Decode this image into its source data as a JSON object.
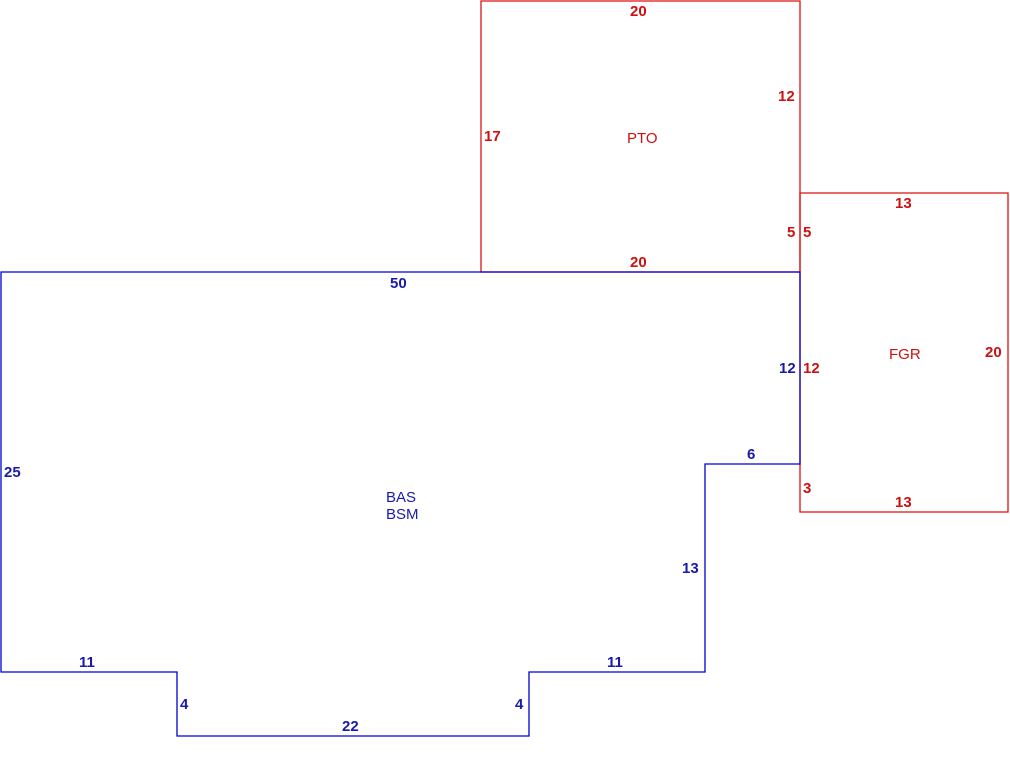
{
  "colors": {
    "living_area": "#0000cc",
    "attached_areas": "#dd1111"
  },
  "areas": {
    "main": {
      "code_1": "BAS",
      "code_2": "BSM"
    },
    "patio": {
      "code": "PTO"
    },
    "garage": {
      "code": "FGR"
    }
  },
  "dimensions": {
    "main": {
      "top": "50",
      "left": "25",
      "bottom_left": "11",
      "notch_left": "4",
      "bottom": "22",
      "notch_right": "4",
      "bottom_right": "11",
      "step_vertical": "13",
      "step_horizontal": "6",
      "right": "12"
    },
    "patio": {
      "top": "20",
      "bottom": "20",
      "left": "17",
      "right_upper": "12",
      "right_lower": "5"
    },
    "garage": {
      "top": "13",
      "bottom": "13",
      "right": "20",
      "left_upper": "5",
      "left_middle": "12",
      "left_lower": "3"
    }
  }
}
